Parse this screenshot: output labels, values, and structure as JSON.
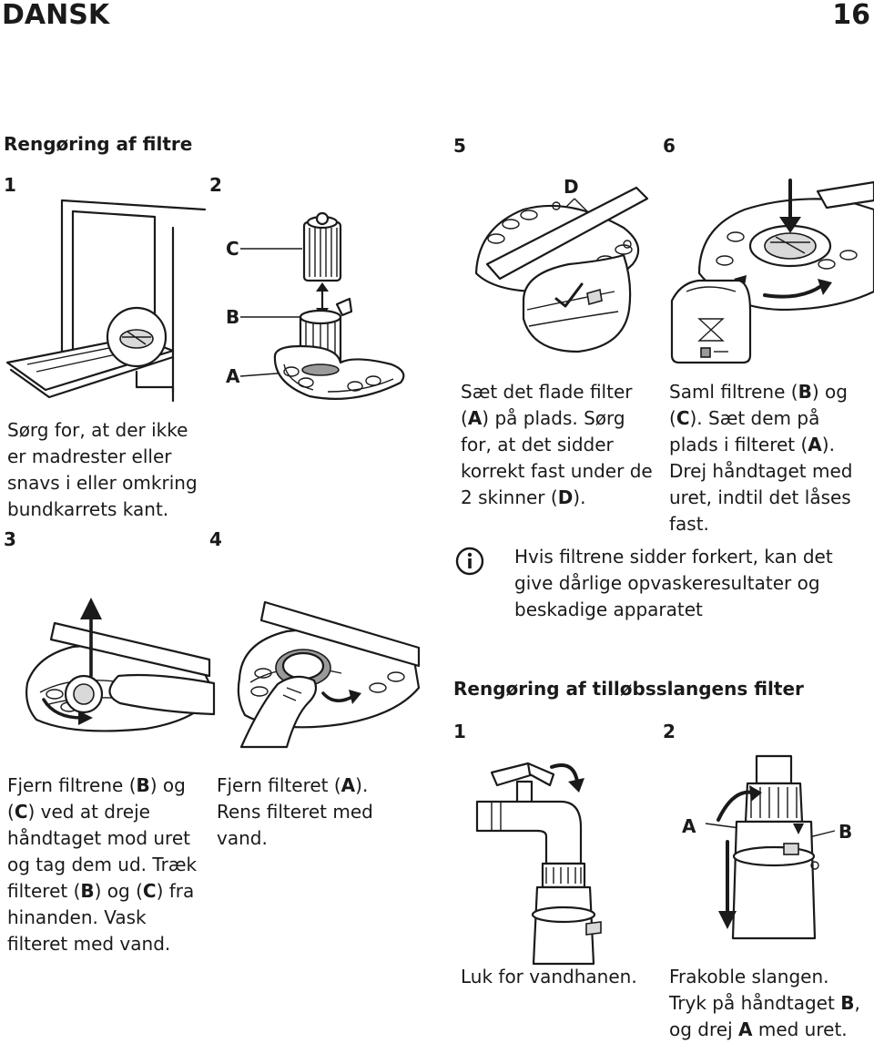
{
  "header": {
    "language": "DANSK",
    "page_number": "16"
  },
  "filter_section": {
    "title": "Rengøring af filtre",
    "steps": [
      {
        "number": "1",
        "text": "Sørg for, at der ikke er madrester eller snavs i eller omkring bundkarrets kant."
      },
      {
        "number": "2",
        "labels": {
          "c": "C",
          "b": "B",
          "a": "A"
        }
      },
      {
        "number": "3",
        "text_parts": [
          "Fjern filtrene (",
          "B",
          ") og (",
          "C",
          ") ved at dreje håndtaget mod uret og tag dem ud. Træk filteret (",
          "B",
          ") og (",
          "C",
          ") fra hinanden. Vask filteret med vand."
        ]
      },
      {
        "number": "4",
        "text_parts": [
          "Fjern filteret (",
          "A",
          "). Rens filteret med vand."
        ]
      },
      {
        "number": "5",
        "label_d": "D",
        "text_parts": [
          "Sæt det flade filter (",
          "A",
          ") på plads. Sørg for, at det sidder korrekt fast under de 2 skinner (",
          "D",
          ")."
        ]
      },
      {
        "number": "6",
        "text_parts": [
          "Saml filtrene (",
          "B",
          ") og (",
          "C",
          "). Sæt dem på plads i filteret (",
          "A",
          "). Drej håndtaget med uret, indtil det låses fast."
        ]
      }
    ],
    "info_icon": "info-circle-icon",
    "info_text": "Hvis filtrene sidder forkert, kan det give dårlige opvaskeresultater og beskadige apparatet"
  },
  "hose_section": {
    "title": "Rengøring af tilløbsslangens filter",
    "steps": [
      {
        "number": "1",
        "text": "Luk for vandhanen."
      },
      {
        "number": "2",
        "labels": {
          "a": "A",
          "b": "B"
        },
        "text_parts": [
          "Frakoble slangen. Tryk på håndtaget ",
          "B",
          ", og drej ",
          "A",
          " med uret."
        ]
      }
    ]
  }
}
